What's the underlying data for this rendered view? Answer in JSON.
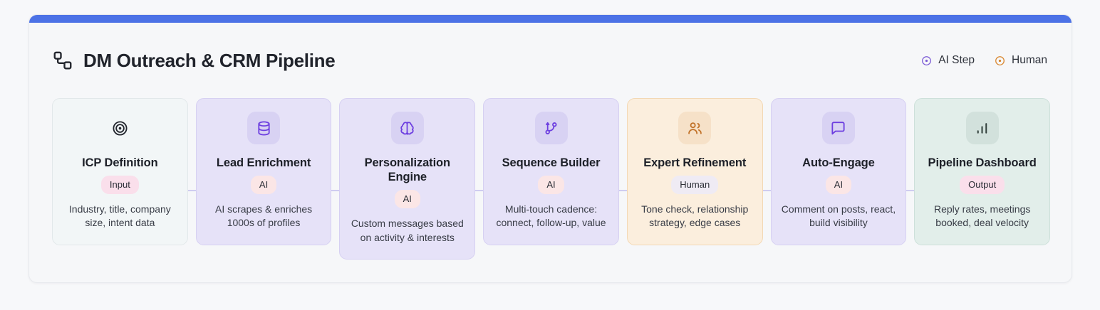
{
  "header": {
    "title": "DM Outreach & CRM Pipeline",
    "title_icon": "workflow-nodes-icon",
    "legend": [
      {
        "label": "AI Step",
        "icon": "circle-dot-icon",
        "color": "#7c5cd6"
      },
      {
        "label": "Human",
        "icon": "circle-dot-icon",
        "color": "#d9862e"
      }
    ]
  },
  "accent_color": "#4c72e6",
  "connector_color": "#c8c4ee",
  "flow": {
    "steps": [
      {
        "title": "ICP Definition",
        "badge": "Input",
        "badge_kind": "input",
        "tone": "input",
        "icon": "target-icon",
        "desc": "Industry, title, company size, intent data"
      },
      {
        "title": "Lead Enrichment",
        "badge": "AI",
        "badge_kind": "ai",
        "tone": "ai",
        "icon": "database-icon",
        "desc": "AI scrapes & enriches 1000s of profiles"
      },
      {
        "title": "Personalization Engine",
        "badge": "AI",
        "badge_kind": "ai",
        "tone": "ai",
        "icon": "brain-icon",
        "desc": "Custom messages based on activity & interests"
      },
      {
        "title": "Sequence Builder",
        "badge": "AI",
        "badge_kind": "ai",
        "tone": "ai",
        "icon": "git-branch-icon",
        "desc": "Multi-touch cadence: connect, follow-up, value"
      },
      {
        "title": "Expert Refinement",
        "badge": "Human",
        "badge_kind": "human",
        "tone": "human",
        "icon": "users-icon",
        "desc": "Tone check, relationship strategy, edge cases"
      },
      {
        "title": "Auto-Engage",
        "badge": "AI",
        "badge_kind": "ai",
        "tone": "ai",
        "icon": "message-square-icon",
        "desc": "Comment on posts, react, build visibility"
      },
      {
        "title": "Pipeline Dashboard",
        "badge": "Output",
        "badge_kind": "output",
        "tone": "output",
        "icon": "bar-chart-icon",
        "desc": "Reply rates, meetings booked, deal velocity"
      }
    ]
  }
}
